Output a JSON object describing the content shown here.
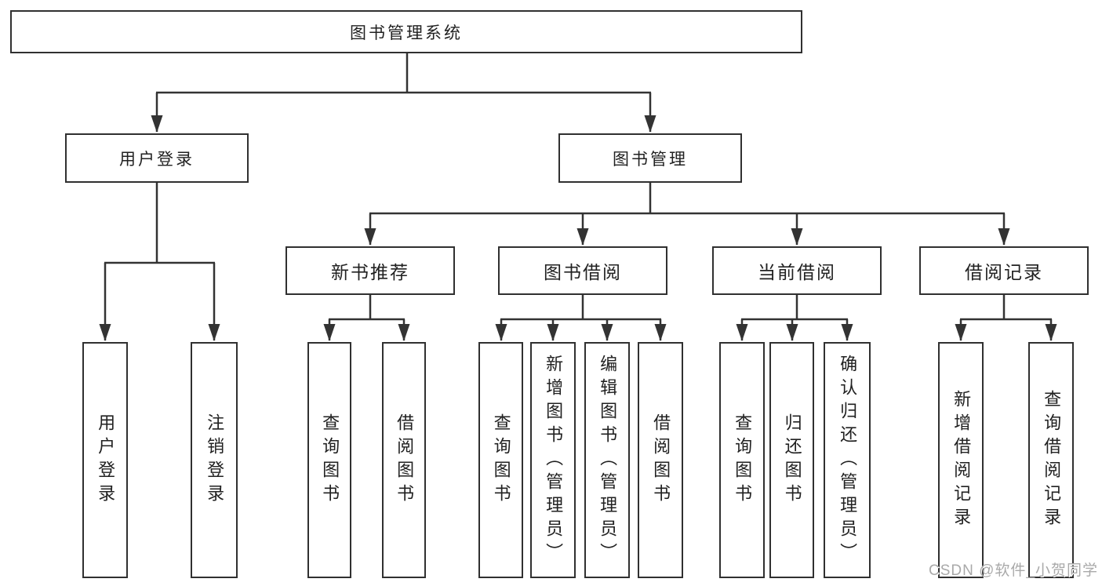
{
  "tree": {
    "root": "图书管理系统",
    "children": [
      {
        "label": "用户登录",
        "children": [
          {
            "label": "用户登录"
          },
          {
            "label": "注销登录"
          }
        ]
      },
      {
        "label": "图书管理",
        "children": [
          {
            "label": "新书推荐",
            "children": [
              {
                "label": "查询图书"
              },
              {
                "label": "借阅图书"
              }
            ]
          },
          {
            "label": "图书借阅",
            "children": [
              {
                "label": "查询图书"
              },
              {
                "label": "新增图书（管理员）"
              },
              {
                "label": "编辑图书（管理员）"
              },
              {
                "label": "借阅图书"
              }
            ]
          },
          {
            "label": "当前借阅",
            "children": [
              {
                "label": "查询图书"
              },
              {
                "label": "归还图书"
              },
              {
                "label": "确认归还（管理员）"
              }
            ]
          },
          {
            "label": "借阅记录",
            "children": [
              {
                "label": "新增借阅记录"
              },
              {
                "label": "查询借阅记录"
              }
            ]
          }
        ]
      }
    ]
  },
  "watermark": {
    "text": "CSDN @软件_小贺同学"
  },
  "colors": {
    "line": "#333333",
    "box_border": "#303030",
    "text": "#212121",
    "watermark": "#a9a9a9",
    "background": "#ffffff"
  }
}
